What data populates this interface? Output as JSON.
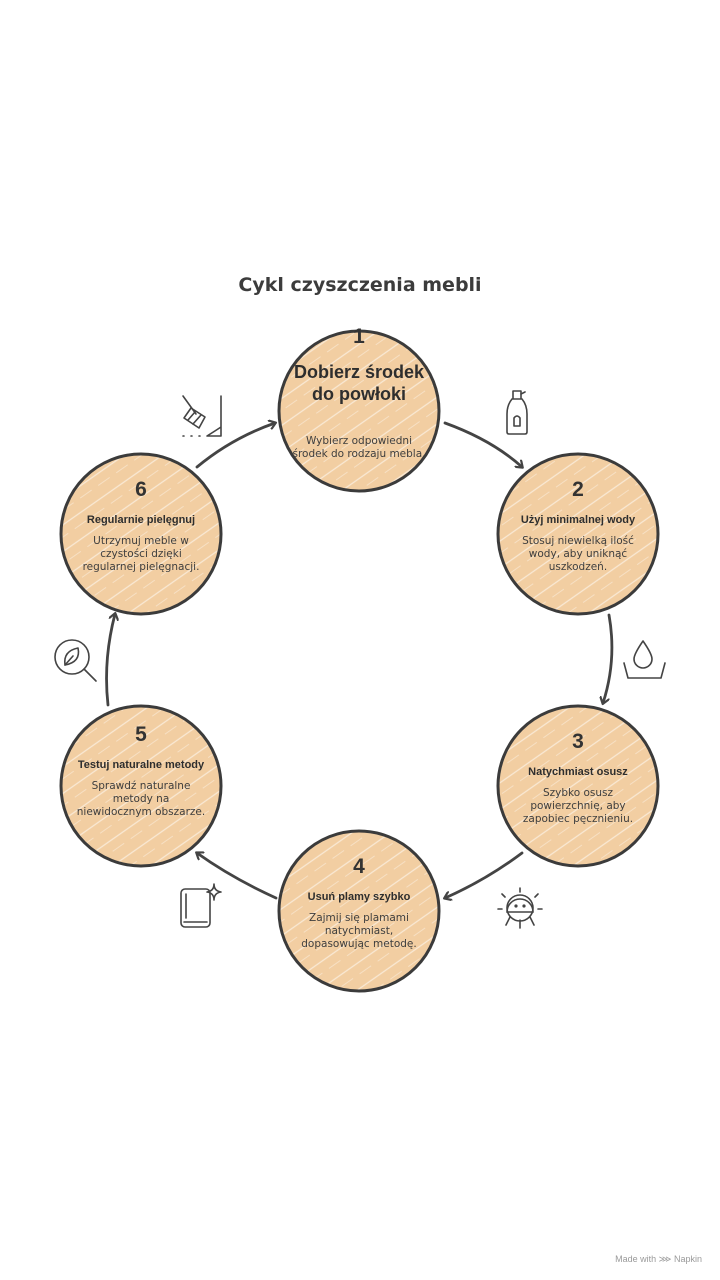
{
  "title": "Cykl czyszczenia mebli",
  "steps": [
    {
      "number": "1",
      "heading": "Dobierz środek do powłoki",
      "description": "Wybierz odpowiedni środek do rodzaju mebla.",
      "icon": "spray-bottle-icon"
    },
    {
      "number": "2",
      "heading": "Użyj minimalnej wody",
      "description": "Stosuj niewielką ilość wody, aby uniknąć uszkodzeń.",
      "icon": "water-drop-icon"
    },
    {
      "number": "3",
      "heading": "Natychmiast osusz",
      "description": "Szybko osusz powierzchnię, aby zapobiec pęcznieniu.",
      "icon": "sun-dry-icon"
    },
    {
      "number": "4",
      "heading": "Usuń plamy szybko",
      "description": "Zajmij się plamami natychmiast, dopasowując metodę.",
      "icon": "cloth-sparkle-icon"
    },
    {
      "number": "5",
      "heading": "Testuj naturalne metody",
      "description": "Sprawdź naturalne metody na niewidocznym obszarze.",
      "icon": "leaf-magnifier-icon"
    },
    {
      "number": "6",
      "heading": "Regularnie pielęgnuj",
      "description": "Utrzymuj meble w czystości dzięki regularnej pielęgnacji.",
      "icon": "broom-icon"
    }
  ],
  "colors": {
    "circle_fill": "#f2cea2",
    "stroke": "#3b3b3b",
    "arrow": "#444444"
  },
  "footer": {
    "text": "Made with ⋙ Napkin"
  }
}
